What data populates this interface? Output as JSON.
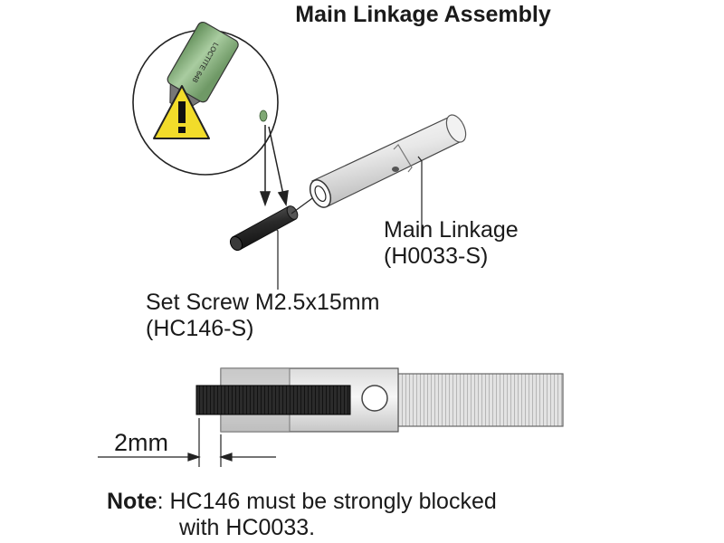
{
  "title": "Main Linkage Assembly",
  "bottle_label": "LOCTITE 648",
  "callouts": {
    "main_linkage": {
      "name": "Main Linkage",
      "part": "(H0033-S)"
    },
    "set_screw": {
      "name": "Set Screw M2.5x15mm",
      "part": "(HC146-S)"
    }
  },
  "dimension": "2mm",
  "note": {
    "label": "Note",
    "line1": ": HC146 must be strongly blocked",
    "line2": "with HC0033."
  },
  "colors": {
    "bottle_green": "#7fa874",
    "warning_yellow": "#f2dc2a",
    "metal_light": "#e6e6e6",
    "screw_dark": "#2a2a2a"
  }
}
